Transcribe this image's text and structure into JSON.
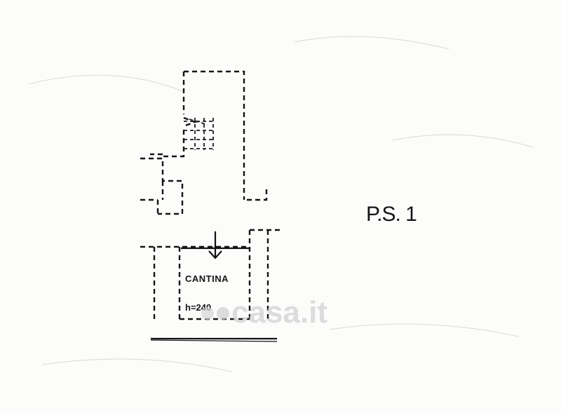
{
  "floor_label": "P.S. 1",
  "rooms": [
    {
      "name": "CANTINA",
      "height": "h=240"
    }
  ],
  "watermark": "casa.it",
  "colors": {
    "line": "#141414",
    "paper": "#fcfcfb",
    "watermark": "#d2d2d2"
  }
}
